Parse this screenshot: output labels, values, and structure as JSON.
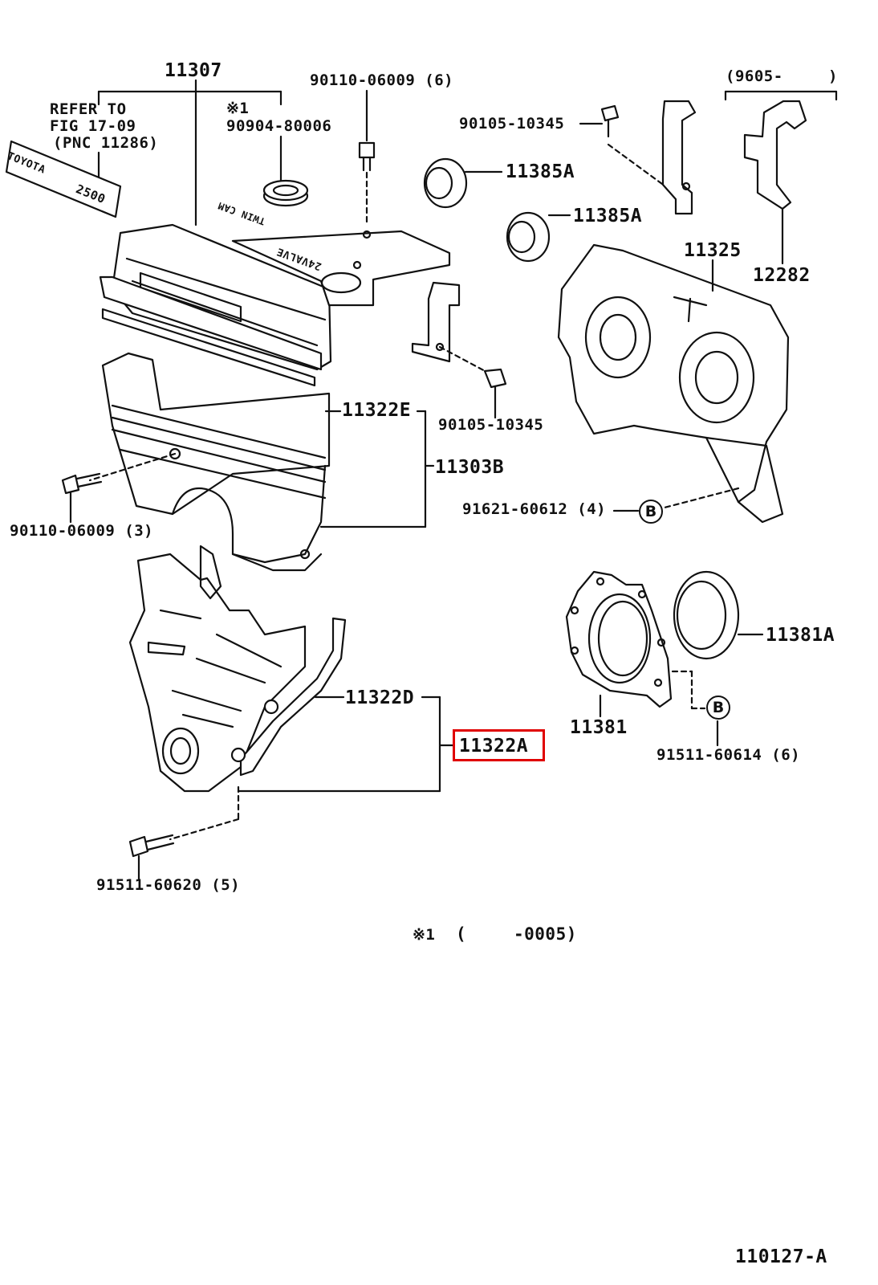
{
  "callouts": {
    "c_11307": "11307",
    "c_90110_06009_6": "90110-06009 (6)",
    "c_star1_top": "※1",
    "c_90904_80006": "90904-80006",
    "c_refer_l1": "REFER TO",
    "c_refer_l2": "FIG 17-09",
    "c_refer_l3": "(PNC 11286)",
    "c_90105_10345_top": "90105-10345",
    "c_11385a_1": "11385A",
    "c_11385a_2": "11385A",
    "c_9605": "(9605-",
    "c_9605_close": ")",
    "c_11325": "11325",
    "c_12282": "12282",
    "c_11322e": "11322E",
    "c_90105_10345_mid": "90105-10345",
    "c_11303b": "11303B",
    "c_90110_06009_3": "90110-06009 (3)",
    "c_91621_60612": "91621-60612 (4)",
    "c_b1": "B",
    "c_11381a": "11381A",
    "c_11322d": "11322D",
    "c_11322a": "11322A",
    "c_11381": "11381",
    "c_b2": "B",
    "c_91511_60614": "91511-60614 (6)",
    "c_91511_60620": "91511-60620 (5)"
  },
  "emblem": {
    "line1": "TOYOTA",
    "line2": "2500"
  },
  "cover_text": {
    "line1": "TWIN CAM",
    "line2": "24VALVE"
  },
  "footnote": {
    "mark": "※1",
    "open": "(",
    "range": "-0005)"
  },
  "figure_number": "110127-A",
  "colors": {
    "line": "#111111",
    "highlight": "#e00000",
    "background": "#ffffff"
  }
}
